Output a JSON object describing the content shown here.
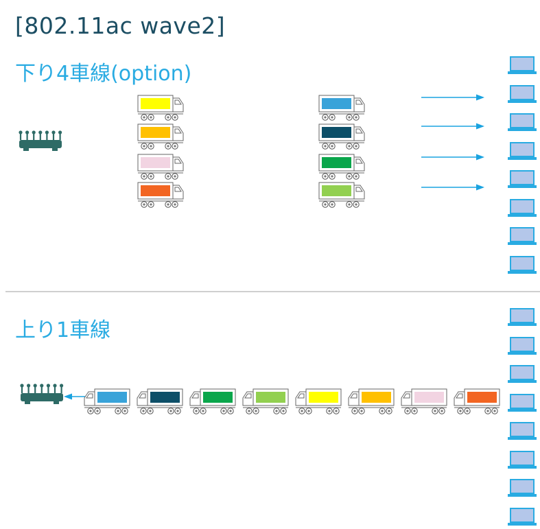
{
  "title": "[802.11ac wave2]",
  "downlink": {
    "label": "下り4車線(option)",
    "columns": [
      [
        "#ffff00",
        "#ffc000",
        "#f2d4e2",
        "#f26522"
      ],
      [
        "#39a3d9",
        "#0d4f68",
        "#0aa64b",
        "#92d050"
      ]
    ]
  },
  "uplink": {
    "label": "上り1車線",
    "trucks": [
      "#39a3d9",
      "#0d4f68",
      "#0aa64b",
      "#92d050",
      "#ffff00",
      "#ffc000",
      "#f2d4e2",
      "#f26522"
    ]
  },
  "colors": {
    "arrow": "#1aa3e0",
    "router": "#2e6b66",
    "laptop_screen": "#b4c7ea",
    "laptop_body": "#29abe2",
    "heading": "#29abe2",
    "title": "#1c4e63"
  },
  "icons": {
    "router": "router-icon",
    "truck": "truck-icon",
    "laptop": "laptop-icon",
    "arrow": "arrow-right-icon"
  }
}
